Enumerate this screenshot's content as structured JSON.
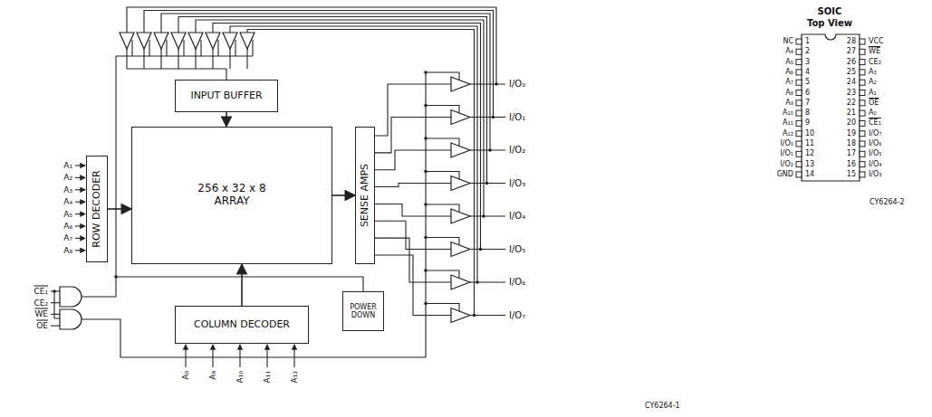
{
  "diagram": {
    "nodes": [
      {
        "text": [
          "INPUT BUFFER"
        ]
      },
      {
        "text": [
          "ROW DECODER"
        ]
      },
      {
        "text": [
          "256 x 32 x 8 ARRAY"
        ]
      },
      {
        "text": [
          "SENSE AMPS"
        ]
      },
      {
        "text": [
          "COLUMN DECODER"
        ]
      },
      {
        "text": [
          "POWER DOWN"
        ]
      }
    ],
    "edges": [
      {
        "from": 0,
        "to": 2,
        "arrow": "to"
      },
      {
        "from": 1,
        "to": 2,
        "arrow": "to"
      },
      {
        "from": 2,
        "to": 3,
        "arrow": "to"
      },
      {
        "from": 4,
        "to": 2,
        "arrow": "to"
      }
    ],
    "labels": [
      "A₁",
      "A₂",
      "A₃",
      "A₄",
      "A₅",
      "A₆",
      "A₇",
      "A₈",
      "CE₁",
      "CE₂",
      "WE",
      "OE",
      "A₀",
      "A₉",
      "A₁₀",
      "A₁₁",
      "A₁₂",
      "I/O₀",
      "I/O₁",
      "I/O₂",
      "I/O₃",
      "I/O₄",
      "I/O₅",
      "I/O₆",
      "I/O₇",
      "CY6264-1",
      "SOIC",
      "Top View",
      "NC",
      "A₄",
      "A₅",
      "A₆",
      "A₇",
      "A₈",
      "A₉",
      "A₁₀",
      "A₁₁",
      "A₁₂",
      "I/O₀",
      "I/O₁",
      "I/O₂",
      "GND",
      "1",
      "2",
      "3",
      "4",
      "5",
      "6",
      "7",
      "8",
      "9",
      "10",
      "11",
      "12",
      "13",
      "14",
      "28",
      "27",
      "26",
      "25",
      "24",
      "23",
      "22",
      "21",
      "20",
      "19",
      "18",
      "17",
      "16",
      "15",
      "VCC",
      "WE",
      "CE₂",
      "A₃",
      "A₂",
      "A₁",
      "OE",
      "A₀",
      "CE₁",
      "I/O₇",
      "I/O₆",
      "I/O₅",
      "I/O₄",
      "I/O₃",
      "CY6264-2"
    ]
  }
}
